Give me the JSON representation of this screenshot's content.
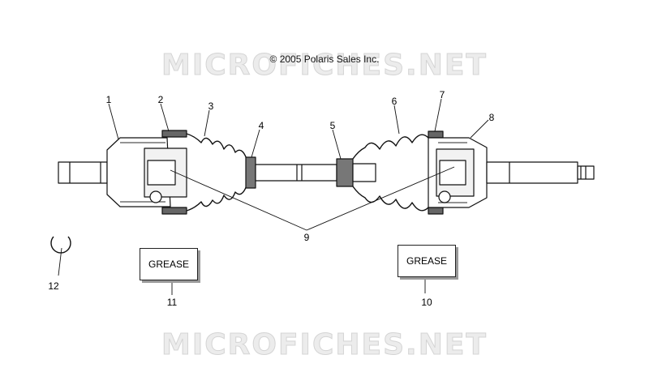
{
  "copyright": "© 2005 Polaris Sales Inc.",
  "watermark": "MICROFICHES.NET",
  "callouts": [
    "1",
    "2",
    "3",
    "4",
    "5",
    "6",
    "7",
    "8",
    "9",
    "10",
    "11",
    "12"
  ],
  "grease_label": "GREASE"
}
